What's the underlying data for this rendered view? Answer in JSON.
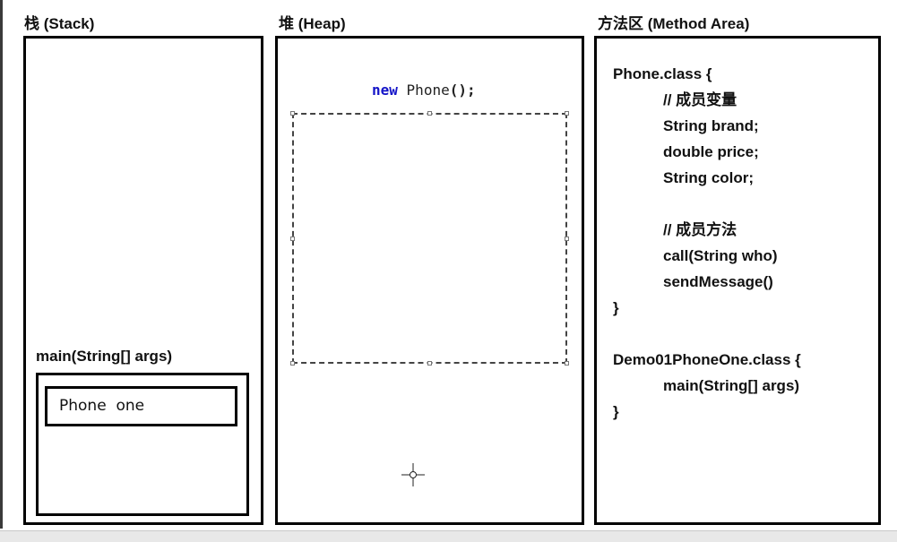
{
  "stack": {
    "title": "栈 (Stack)",
    "frame_label": "main(String[] args)",
    "variable": "Phone  one"
  },
  "heap": {
    "title": "堆 (Heap)",
    "expression": {
      "keyword": "new",
      "class_name": "Phone",
      "call": "();"
    }
  },
  "method_area": {
    "title": "方法区 (Method Area)",
    "lines": [
      {
        "text": "Phone.class {",
        "indent": 0
      },
      {
        "text": "// 成员变量",
        "indent": 1
      },
      {
        "text": "String brand;",
        "indent": 1
      },
      {
        "text": "double price;",
        "indent": 1
      },
      {
        "text": "String color;",
        "indent": 1
      },
      {
        "text": "",
        "indent": 0
      },
      {
        "text": "// 成员方法",
        "indent": 1
      },
      {
        "text": "call(String who)",
        "indent": 1
      },
      {
        "text": "sendMessage()",
        "indent": 1
      },
      {
        "text": "}",
        "indent": 0
      },
      {
        "text": "",
        "indent": 0
      },
      {
        "text": "Demo01PhoneOne.class {",
        "indent": 0
      },
      {
        "text": "main(String[] args)",
        "indent": 1
      },
      {
        "text": "}",
        "indent": 0
      }
    ]
  },
  "colors": {
    "keyword": "#1414c8",
    "border": "#000000"
  }
}
